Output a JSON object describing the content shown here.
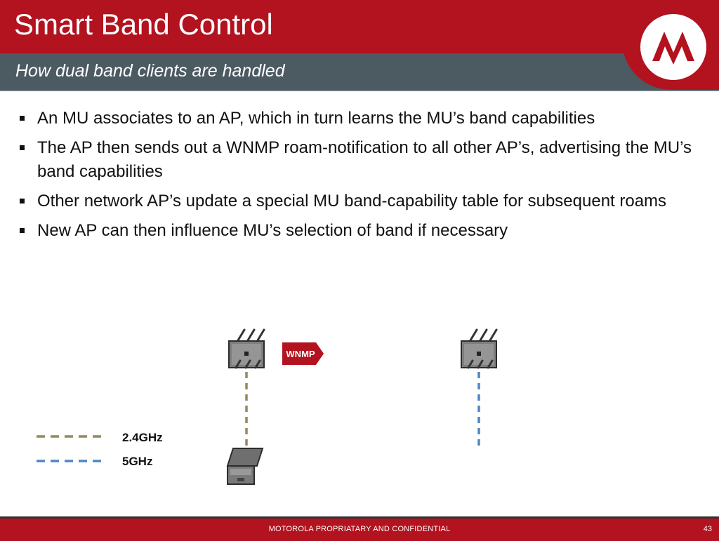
{
  "slide": {
    "title": "Smart Band Control",
    "subtitle": "How dual band clients are handled"
  },
  "bullets": [
    "An MU associates to an AP, which in turn learns the MU’s band capabilities",
    "The AP then sends out a WNMP roam-notification to all other AP’s, advertising the MU’s band capabilities",
    "Other network AP’s update a special MU band-capability table for subsequent roams",
    "New AP can then influence MU’s selection of band if necessary"
  ],
  "diagram": {
    "message_label": "WNMP",
    "legend": [
      {
        "label": "2.4GHz",
        "color": "#948a5f"
      },
      {
        "label": "5GHz",
        "color": "#4f86c6"
      }
    ]
  },
  "footer": {
    "text": "MOTOROLA PROPRIATARY AND CONFIDENTIAL",
    "page_number": "43"
  },
  "colors": {
    "brand_red": "#b3121f",
    "subtitle_gray": "#4c5a62"
  },
  "icons": {
    "logo": "motorola-logo-icon",
    "access_point": "access-point-icon",
    "client": "laptop-icon"
  }
}
